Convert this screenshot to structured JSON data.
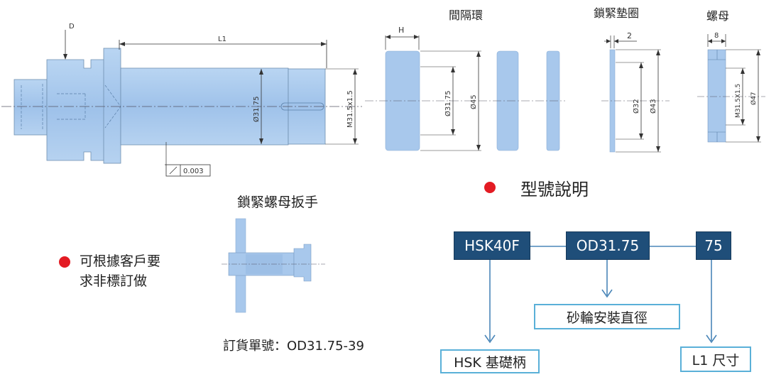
{
  "spindle": {
    "dim_d": "D",
    "dim_l1": "L1",
    "dim_dia": "Ø31.75",
    "dim_thread": "M31.5x1.5",
    "runout": "0.003"
  },
  "spacer": {
    "title": "間隔環",
    "dim_h": "H",
    "dim_inner": "Ø31.75",
    "dim_outer": "Ø45"
  },
  "washer": {
    "title": "鎖緊墊圈",
    "dim_t": "2",
    "dim_inner": "Ø32",
    "dim_outer": "Ø43"
  },
  "nut": {
    "title": "螺母",
    "dim_t": "8",
    "dim_thread": "M31.5X1.5",
    "dim_outer": "Ø47"
  },
  "wrench": {
    "title": "鎖緊螺母扳手",
    "order_no": "訂貨單號：OD31.75-39"
  },
  "custom_note": {
    "line1": "可根據客戶要",
    "line2": "求非標訂做"
  },
  "model": {
    "title": "型號說明",
    "codes": [
      "HSK40F",
      "OD31.75",
      "75"
    ],
    "labels": [
      "HSK 基礎柄",
      "砂輪安裝直徑",
      "L1 尺寸"
    ]
  },
  "colors": {
    "part_fill": "#a8c8ec",
    "accent_dot": "#e31b23",
    "code_box": "#1f4e79",
    "label_border": "#5ab0d8",
    "arrow": "#4a86b8"
  }
}
